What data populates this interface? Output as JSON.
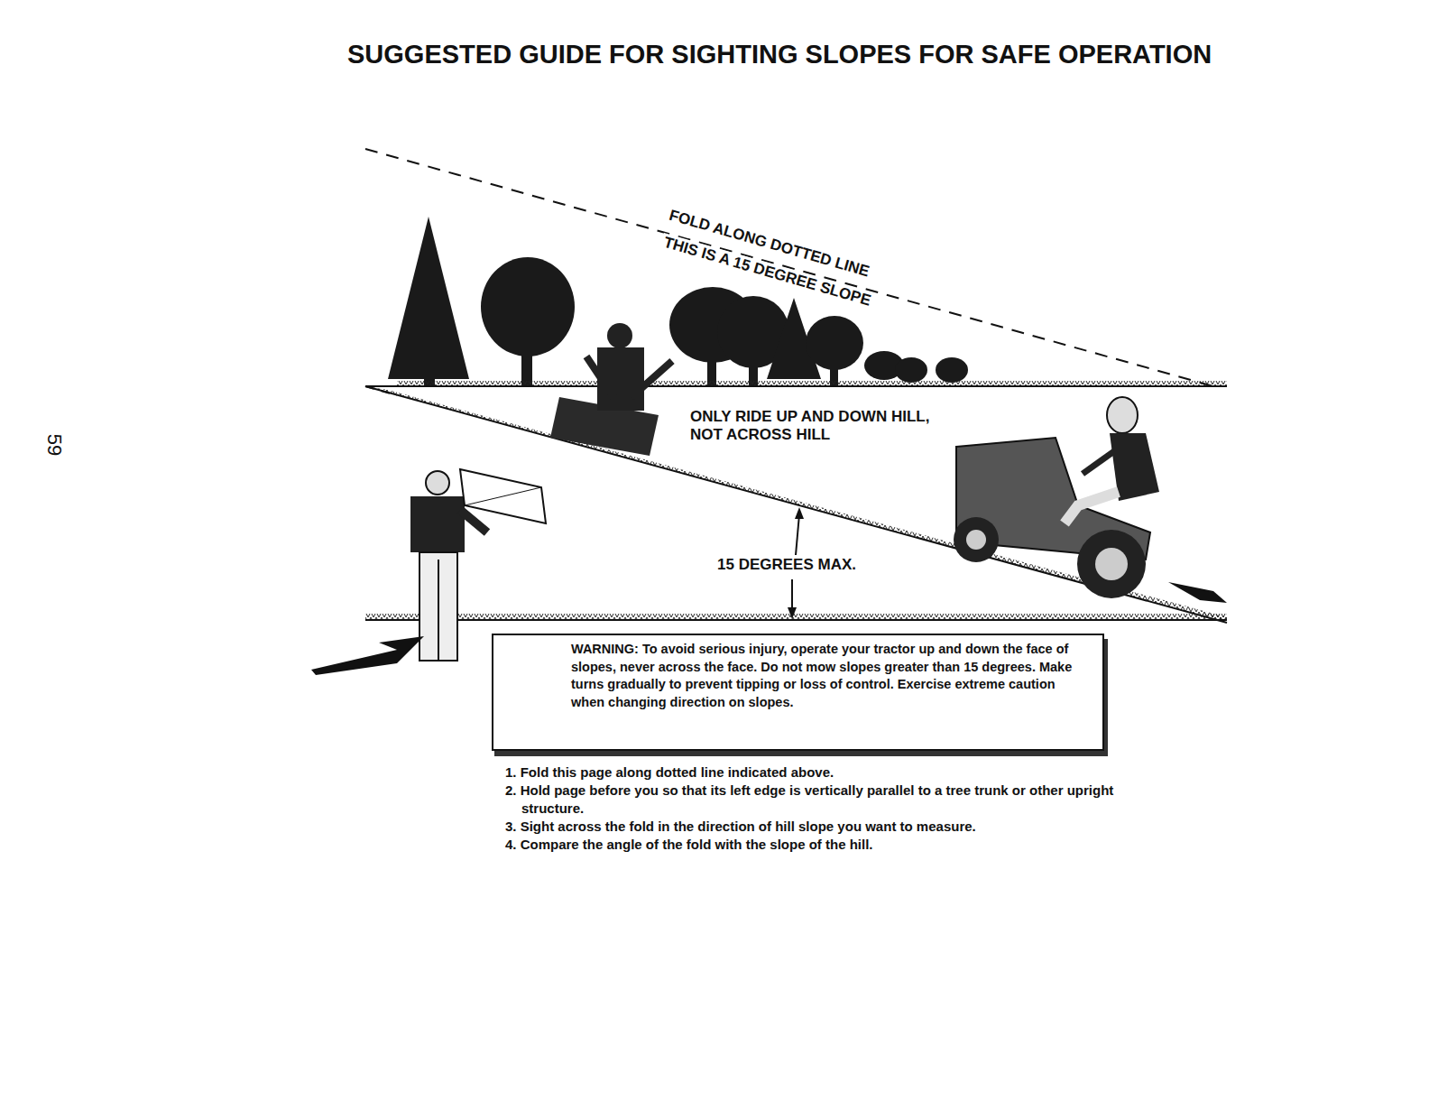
{
  "diagram": {
    "title": "SUGGESTED GUIDE FOR SIGHTING SLOPES FOR SAFE OPERATION",
    "nodes": [
      {
        "text": [
          "WARNING: To avoid serious injury, operate your tractor up and down the face of slopes, never across the face. Do not mow slopes greater than 15 degrees. Make turns gradually to prevent tipping or loss of control. Exercise extreme caution when changing direction on slopes."
        ]
      }
    ],
    "labels": [
      "FOLD ALONG DOTTED LINE",
      "THIS IS A 15 DEGREE SLOPE",
      "ONLY RIDE UP AND DOWN HILL, NOT ACROSS HILL",
      "15 DEGREES MAX.",
      "59",
      "1. Fold this page along dotted line indicated above.",
      "2. Hold page before you so that its left edge is vertically parallel to a tree trunk or other upright structure.",
      "3. Sight across the fold in the direction of hill slope you want to measure.",
      "4. Compare the angle of the fold with the slope of the hill."
    ]
  }
}
